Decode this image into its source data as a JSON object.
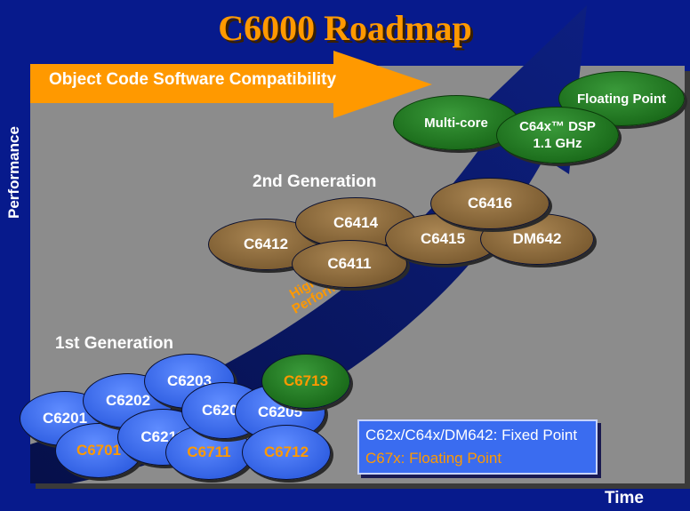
{
  "title": "C6000 Roadmap",
  "banner": "Object Code Software Compatibility",
  "y_axis_label": "Performance",
  "x_axis_label": "Time",
  "arrow_label_line1": "Highest",
  "arrow_label_line2": "Performance",
  "first_gen_label": "1st Generation",
  "second_gen_label": "2nd Generation",
  "first_gen_chips": [
    "C6201",
    "C6701",
    "C6202",
    "C6211",
    "C6203",
    "C6711",
    "C6204",
    "C6205",
    "C6712",
    "C6713"
  ],
  "second_gen_chips": [
    "C6412",
    "C6414",
    "C6411",
    "C6415",
    "DM642",
    "C6416"
  ],
  "future": {
    "multicore": "Multi-core",
    "c64x_line1": "C64x™ DSP",
    "c64x_line2": "1.1 GHz",
    "floating": "Floating Point"
  },
  "legend": {
    "fixed": "C62x/C64x/DM642: Fixed Point",
    "float": "C67x: Floating Point"
  },
  "colors": {
    "background": "#071a8c",
    "plot_area": "#8c8c8c",
    "accent_orange": "#ff9900",
    "blue_chip": "#2f63ee",
    "brown_chip": "#8a6838",
    "green_chip": "#1e7a1e",
    "arrow": "#0a1666"
  }
}
